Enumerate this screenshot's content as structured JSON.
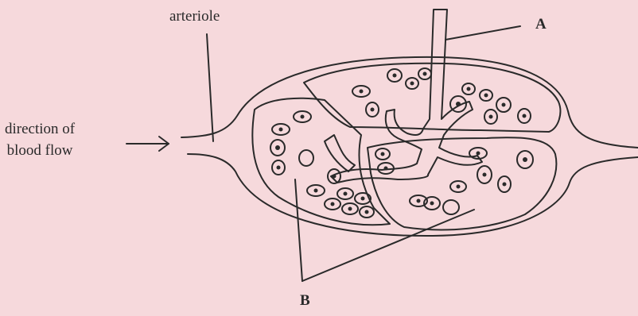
{
  "labels": {
    "arteriole": "arteriole",
    "direction_line1": "direction of",
    "direction_line2": "blood flow",
    "a": "A",
    "b": "B"
  }
}
